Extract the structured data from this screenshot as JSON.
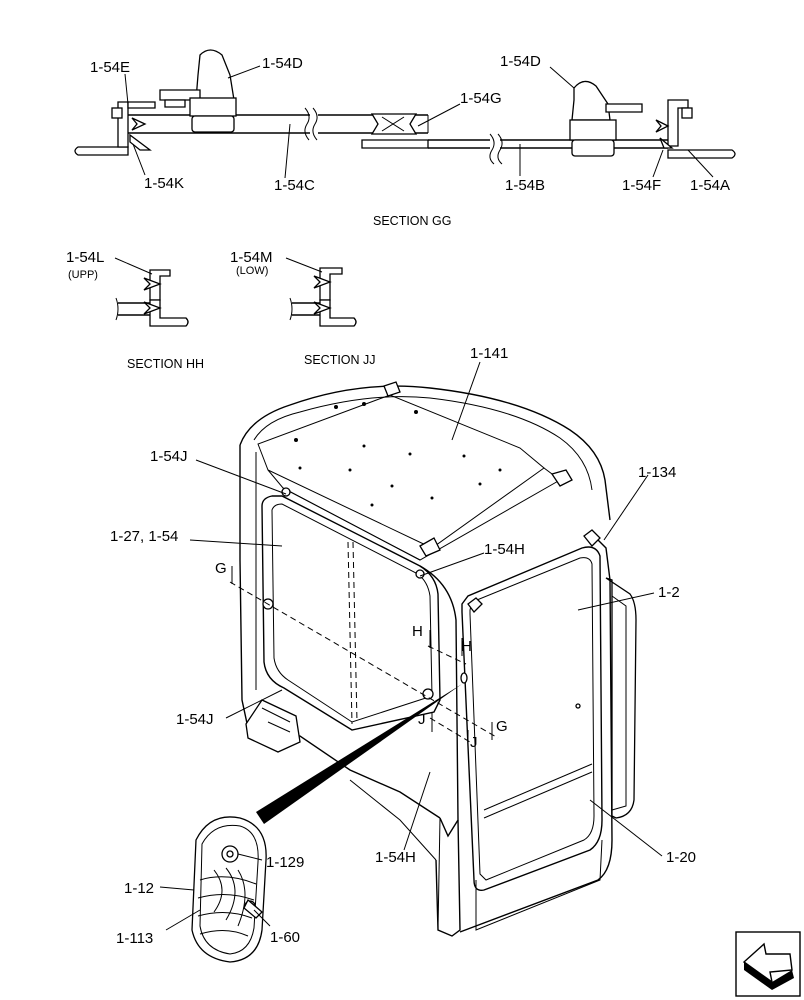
{
  "labels": {
    "l_1_54E": "1-54E",
    "l_1_54D_left": "1-54D",
    "l_1_54D_right": "1-54D",
    "l_1_54G": "1-54G",
    "l_1_54K": "1-54K",
    "l_1_54C": "1-54C",
    "l_1_54B": "1-54B",
    "l_1_54F": "1-54F",
    "l_1_54A": "1-54A",
    "l_1_54L": "1-54L",
    "l_upp": "(UPP)",
    "l_1_54M": "1-54M",
    "l_low": "(LOW)",
    "l_1_141": "1-141",
    "l_1_54J_top": "1-54J",
    "l_1_134": "1-134",
    "l_1_27": "1-27, 1-54",
    "l_1_54H_top": "1-54H",
    "l_G_left": "G",
    "l_1_2": "1-2",
    "l_H_a": "H",
    "l_H_b": "H",
    "l_1_54J_bot": "1-54J",
    "l_J_a": "J",
    "l_J_b": "J",
    "l_G_right": "G",
    "l_1_54H_bot": "1-54H",
    "l_1_129": "1-129",
    "l_1_20": "1-20",
    "l_1_12": "1-12",
    "l_1_113": "1-113",
    "l_1_60": "1-60"
  },
  "captions": {
    "section_gg": "SECTION GG",
    "section_hh": "SECTION HH",
    "section_jj": "SECTION JJ"
  },
  "colors": {
    "ink": "#000000",
    "paper": "#ffffff"
  },
  "icons": {
    "nav": "next-page-arrow-icon"
  }
}
